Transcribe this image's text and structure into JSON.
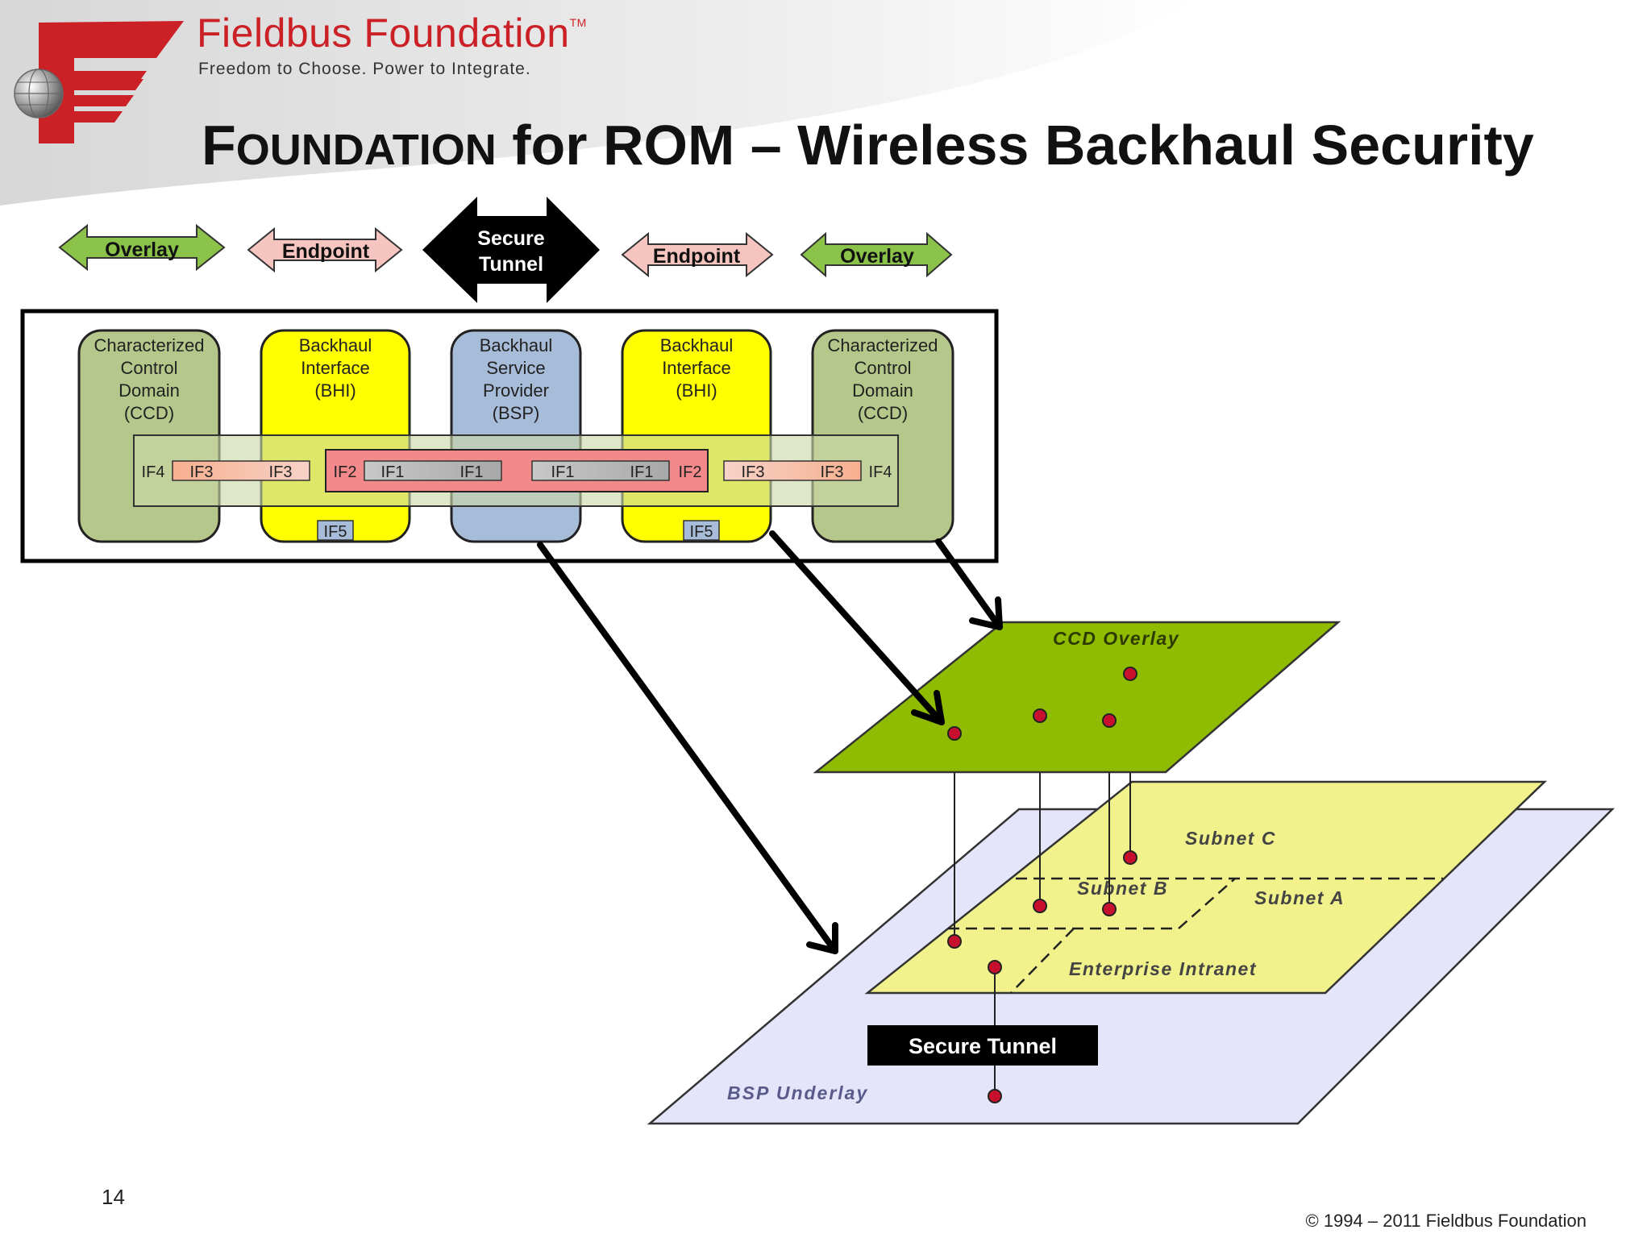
{
  "brand": {
    "name": "Fieldbus Foundation",
    "trademark": "TM",
    "tagline": "Freedom to Choose. Power to Integrate."
  },
  "title": {
    "part1_big": "F",
    "part1_small": "OUNDATION",
    "part2": " for ROM – Wireless Backhaul Security"
  },
  "legend": {
    "overlay_left": "Overlay",
    "endpoint_left": "Endpoint",
    "secure_tunnel_line1": "Secure",
    "secure_tunnel_line2": "Tunnel",
    "endpoint_right": "Endpoint",
    "overlay_right": "Overlay"
  },
  "architecture": {
    "ccd_left": [
      "Characterized",
      "Control",
      "Domain",
      "(CCD)"
    ],
    "bhi_left": [
      "Backhaul",
      "Interface",
      "(BHI)"
    ],
    "bsp": [
      "Backhaul",
      "Service",
      "Provider",
      "(BSP)"
    ],
    "bhi_right": [
      "Backhaul",
      "Interface",
      "(BHI)"
    ],
    "ccd_right": [
      "Characterized",
      "Control",
      "Domain",
      "(CCD)"
    ],
    "interfaces": {
      "if4_left": "IF4",
      "if3_a": "IF3",
      "if3_b": "IF3",
      "if2_left": "IF2",
      "if1_a": "IF1",
      "if1_b": "IF1",
      "if1_c": "IF1",
      "if1_d": "IF1",
      "if2_right": "IF2",
      "if3_c": "IF3",
      "if3_d": "IF3",
      "if4_right": "IF4",
      "if5_left": "IF5",
      "if5_right": "IF5"
    }
  },
  "layers": {
    "ccd_overlay": "CCD Overlay",
    "subnet_c": "Subnet C",
    "subnet_b": "Subnet B",
    "subnet_a": "Subnet A",
    "enterprise_intranet": "Enterprise Intranet",
    "secure_tunnel": "Secure Tunnel",
    "bsp_underlay": "BSP Underlay"
  },
  "footer": {
    "page_number": "14",
    "copyright": "© 1994 – 2011 Fieldbus Foundation"
  },
  "colors": {
    "brand_red": "#cc2027",
    "overlay_green": "#8bc34a",
    "ccd_green": "#b5c78a",
    "bhi_yellow": "#ffff00",
    "bsp_blue": "#a7bcd8",
    "endpoint_pink": "#f7c5c0",
    "tunnel_red": "#f4898b",
    "ccd_overlay_green": "#8fbc00",
    "intranet_yellow": "#f2f28c",
    "underlay_lavender": "#e4e4fa",
    "node_red": "#c8102e"
  }
}
